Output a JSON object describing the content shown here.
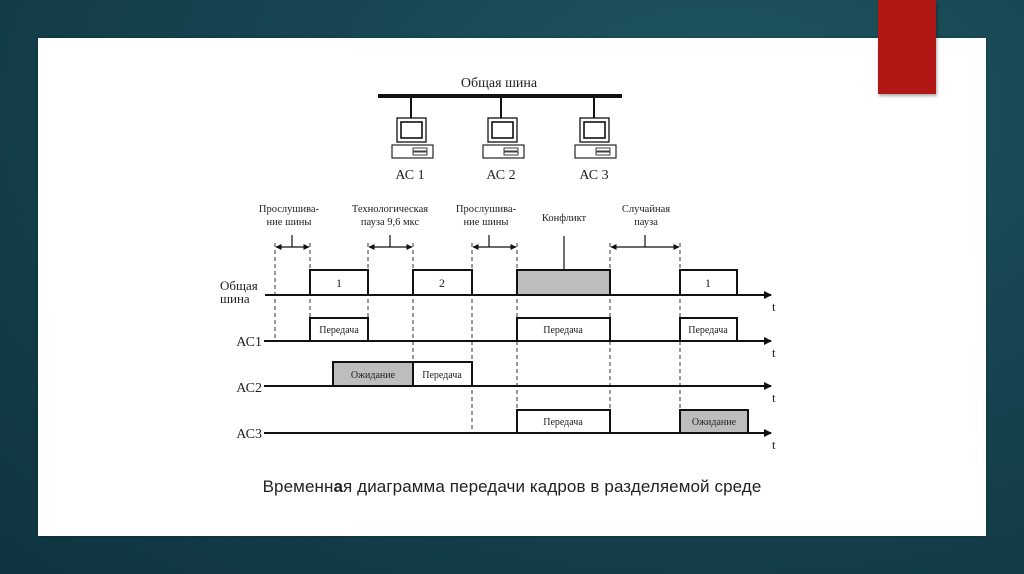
{
  "slide": {
    "colors": {
      "background": "#164450",
      "accent_tab": "#b01715",
      "slide_bg": "#ffffff",
      "gray_fill": "#bdbdbd"
    },
    "network": {
      "bus_label": "Общая шина",
      "stations": [
        "АС 1",
        "АС 2",
        "АС 3"
      ],
      "station_icon": "computer-icon"
    },
    "timing": {
      "axis_label": "t",
      "rows": [
        {
          "label": "Общая шина",
          "label_line1": "Общая",
          "label_line2": "шина"
        },
        {
          "label": "АС1"
        },
        {
          "label": "АС2"
        },
        {
          "label": "АС3"
        }
      ],
      "annotations": [
        {
          "line1": "Прослушива-",
          "line2": "ние шины"
        },
        {
          "line1": "Технологическая",
          "line2": "пауза 9,6 мкс"
        },
        {
          "line1": "Прослушива-",
          "line2": "ние шины"
        },
        {
          "line1": "Конфликт",
          "line2": ""
        },
        {
          "line1": "Случайная",
          "line2": "пауза"
        }
      ],
      "bus_frames": [
        {
          "label": "1",
          "state": "frame"
        },
        {
          "label": "2",
          "state": "frame"
        },
        {
          "label": "",
          "state": "conflict"
        },
        {
          "label": "1",
          "state": "frame"
        }
      ],
      "ac1_blocks": [
        {
          "label": "Передача",
          "state": "transmit"
        },
        {
          "label": "Передача",
          "state": "transmit"
        },
        {
          "label": "Передача",
          "state": "transmit"
        }
      ],
      "ac2_blocks": [
        {
          "label": "Ожидание",
          "state": "wait"
        },
        {
          "label": "Передача",
          "state": "transmit"
        }
      ],
      "ac3_blocks": [
        {
          "label": "Передача",
          "state": "transmit"
        },
        {
          "label": "Ожидание",
          "state": "wait"
        }
      ]
    },
    "caption": {
      "part1": "Временн",
      "part_bold": "а",
      "part2": "я диаграмма передачи кадров в разделяемой среде"
    }
  }
}
